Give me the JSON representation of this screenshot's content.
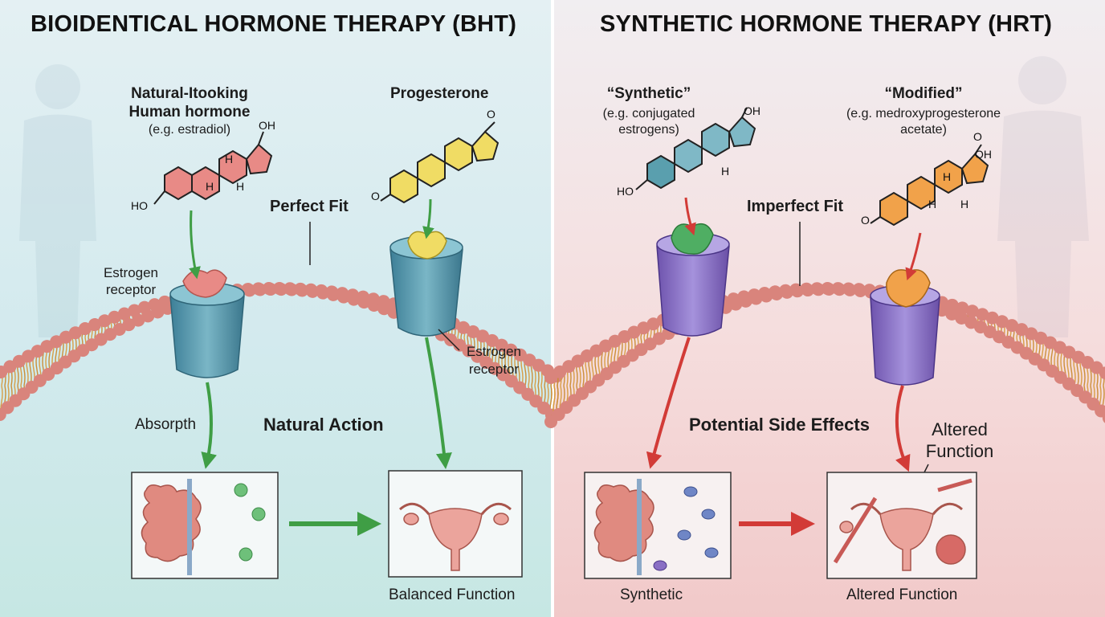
{
  "left_panel": {
    "title": "BIOIDENTICAL HORMONE THERAPY (BHT)",
    "hormone_label_line1": "Natural-Itooking",
    "hormone_label_line2": "Human hormone",
    "hormone_example": "(e.g. estradiol)",
    "progesterone_label": "Progesterone",
    "fit_label": "Perfect Fit",
    "receptor_label_1_line1": "Estrogen",
    "receptor_label_1_line2": "receptor",
    "receptor_label_2_line1": "Estrogen",
    "receptor_label_2_line2": "receptor",
    "absorption_label": "Absorpth",
    "action_label": "Natural Action",
    "outcome_label": "Balanced Function",
    "oh_label": "OH",
    "ho_label": "HO",
    "h_label": "H",
    "o_label": "O"
  },
  "right_panel": {
    "title": "SYNTHETIC HORMONE THERAPY (HRT)",
    "synthetic_label": "“Synthetic”",
    "synthetic_example_line1": "(e.g. conjugated",
    "synthetic_example_line2": "estrogens)",
    "modified_label": "“Modified”",
    "modified_example_line1": "(e.g. medroxyprogesterone",
    "modified_example_line2": "acetate)",
    "fit_label": "Imperfect Fit",
    "effects_label": "Potential Side Effects",
    "altered_label_line1": "Altered",
    "altered_label_line2": "Function",
    "source_label": "Synthetic",
    "outcome_label": "Altered Function",
    "oh_label": "OH",
    "ho_label": "HO",
    "h_label": "H",
    "o_label": "O"
  },
  "colors": {
    "left_bg": "#d6ecee",
    "right_bg": "#f6dcdc",
    "lipid_head": "#d9847c",
    "lipid_tail": "#d79a3c",
    "receptor_teal": "#4f8fa6",
    "receptor_purple": "#8a6fc4",
    "estradiol": "#e88a86",
    "progesterone": "#f0dc64",
    "synthetic_estrogen": "#5a9fae",
    "modified_progestin": "#f1a24a",
    "arrow_green": "#3f9e45",
    "arrow_red": "#d23b37"
  },
  "icons": [
    "intestine-icon",
    "uterus-icon",
    "molecule-icon",
    "receptor-icon"
  ]
}
